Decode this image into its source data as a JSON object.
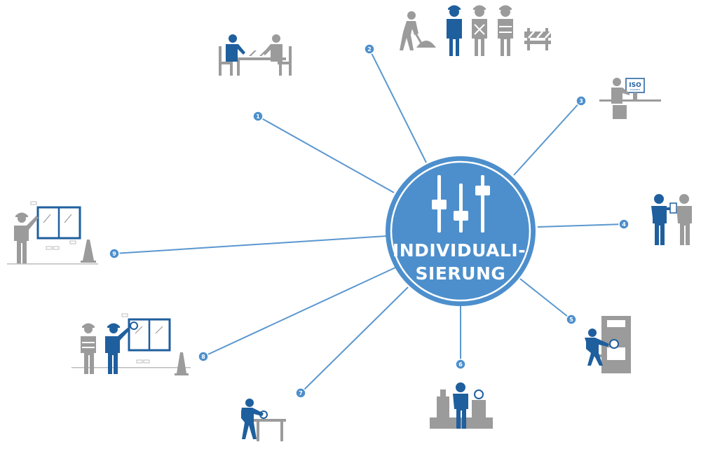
{
  "hub": {
    "line1": "INDIVIDUALI-",
    "line2": "SIERUNG"
  },
  "nodes": [
    {
      "label": "1",
      "icon": "meeting-icon"
    },
    {
      "label": "2",
      "icon": "construction-workers-icon"
    },
    {
      "label": "3",
      "icon": "computer-work-iso-icon"
    },
    {
      "label": "4",
      "icon": "consultation-icon"
    },
    {
      "label": "5",
      "icon": "machine-operator-icon"
    },
    {
      "label": "6",
      "icon": "production-line-icon"
    },
    {
      "label": "7",
      "icon": "workbench-icon"
    },
    {
      "label": "8",
      "icon": "window-installation-team-icon"
    },
    {
      "label": "9",
      "icon": "window-installation-icon"
    }
  ],
  "iso_badge": {
    "text": "ISO",
    "sub": "EXAMPLE"
  },
  "colors": {
    "accent": "#4d8fcc",
    "dark_blue": "#1f5f9e",
    "gray": "#9b9b9b",
    "line": "#5b97cf"
  }
}
